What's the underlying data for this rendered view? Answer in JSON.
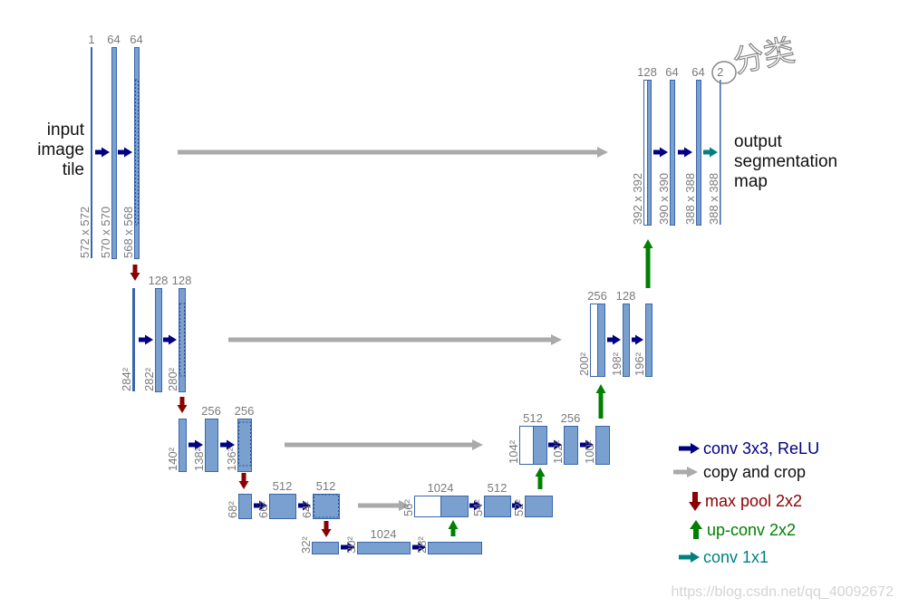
{
  "input_label": [
    "input",
    "image",
    "tile"
  ],
  "output_label": [
    "output",
    "segmentation",
    "map"
  ],
  "handwritten_note": "分类",
  "blocks": [
    {
      "channels": "1",
      "size": "572 x 572"
    },
    {
      "channels": "64",
      "size": "570 x 570"
    },
    {
      "channels": "64",
      "size": "568 x 568"
    },
    {
      "channels": "",
      "size": "284²"
    },
    {
      "channels": "128",
      "size": "282²"
    },
    {
      "channels": "128",
      "size": "280²"
    },
    {
      "channels": "",
      "size": "140²"
    },
    {
      "channels": "256",
      "size": "138²"
    },
    {
      "channels": "256",
      "size": "136²"
    },
    {
      "channels": "",
      "size": "68²"
    },
    {
      "channels": "512",
      "size": "66²"
    },
    {
      "channels": "512",
      "size": "64²"
    },
    {
      "channels": "",
      "size": "32²"
    },
    {
      "channels": "1024",
      "size": "30²"
    },
    {
      "channels": "",
      "size": "28²"
    },
    {
      "channels": "1024",
      "size": "56²"
    },
    {
      "channels": "512",
      "size": "54²"
    },
    {
      "channels": "",
      "size": "52²"
    },
    {
      "channels": "512",
      "size": "104²"
    },
    {
      "channels": "256",
      "size": "102²"
    },
    {
      "channels": "",
      "size": "100²"
    },
    {
      "channels": "256",
      "size": "200²"
    },
    {
      "channels": "128",
      "size": "198²"
    },
    {
      "channels": "",
      "size": "196²"
    },
    {
      "channels": "128",
      "size": "392 x 392"
    },
    {
      "channels": "64",
      "size": "390 x 390"
    },
    {
      "channels": "64",
      "size": "388 x 388"
    },
    {
      "channels": "2",
      "size": "388 x 388"
    }
  ],
  "legend": [
    {
      "label": "conv 3x3, ReLU",
      "kind": "conv",
      "color": "#000080"
    },
    {
      "label": "copy and crop",
      "kind": "copy",
      "color": "#aaaaaa"
    },
    {
      "label": "max pool 2x2",
      "kind": "pool",
      "color": "#8b0000"
    },
    {
      "label": "up-conv 2x2",
      "kind": "up",
      "color": "#008000"
    },
    {
      "label": "conv 1x1",
      "kind": "conv1",
      "color": "#008080"
    }
  ],
  "colors": {
    "block_fill": "#7aa0d0",
    "block_stroke": "#3a66aa",
    "text_gray": "#7a7a7a"
  },
  "watermark": "https://blog.csdn.net/qq_40092672"
}
